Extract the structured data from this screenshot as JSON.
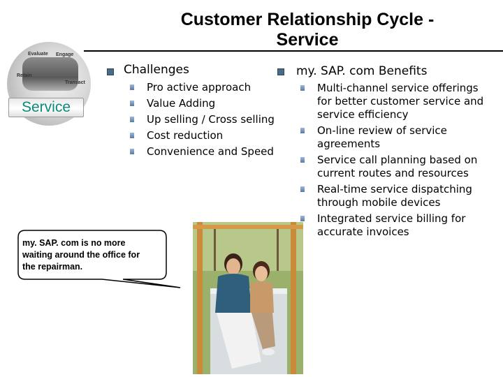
{
  "title": {
    "line1": "Customer Relationship Cycle -",
    "line2": "Service"
  },
  "cycle": {
    "evaluate": "Evaluate",
    "engage": "Engage",
    "retain": "Retain",
    "transact": "Transact",
    "service": "Service"
  },
  "challenges": {
    "heading": "Challenges",
    "items": [
      "Pro active approach",
      "Value Adding",
      "Up selling / Cross selling",
      "Cost reduction",
      "Convenience and Speed"
    ]
  },
  "benefits": {
    "heading": "my. SAP. com Benefits",
    "items": [
      [
        "Multi-channel service offerings",
        "for better customer service and",
        "service efficiency"
      ],
      [
        "On-line review of service",
        "agreements"
      ],
      [
        "Service call planning based on",
        "current routes and resources"
      ],
      [
        "Real-time service dispatching",
        "through mobile devices"
      ],
      [
        "Integrated service billing for",
        "accurate invoices"
      ]
    ]
  },
  "callout": {
    "lines": [
      "my. SAP. com is no more",
      "waiting around the office for",
      "the repairman."
    ]
  },
  "colors": {
    "service_text": "#0a8a7a",
    "bullet": "#4a6a88"
  },
  "icons": {
    "bullet": "bullet-icon",
    "square": "square-bullet-icon"
  }
}
